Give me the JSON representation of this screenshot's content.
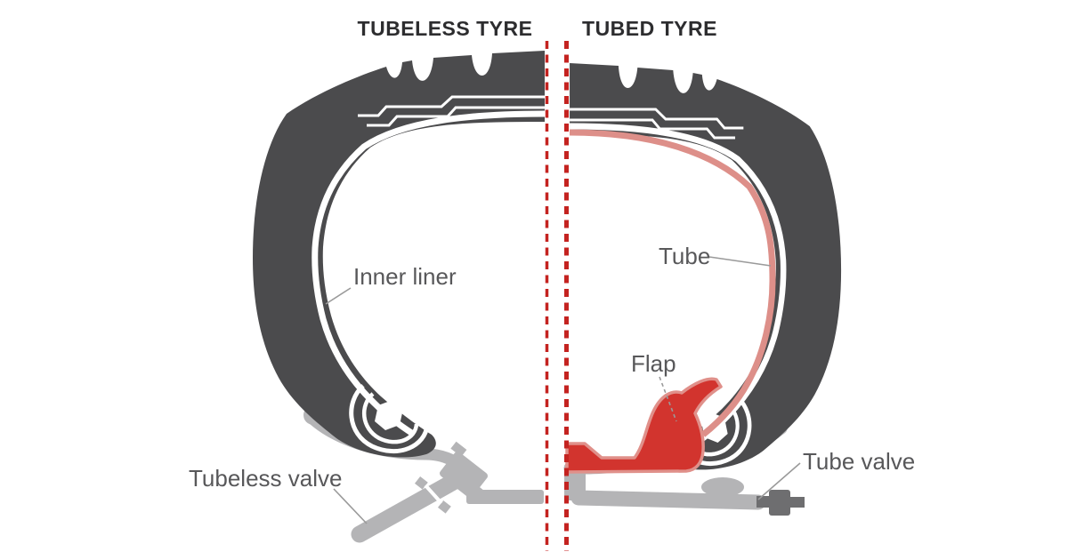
{
  "header": {
    "left_title": "TUBELESS TYRE",
    "right_title": "TUBED TYRE"
  },
  "labels": {
    "inner_liner": "Inner liner",
    "tube": "Tube",
    "flap": "Flap",
    "tubeless_valve": "Tubeless valve",
    "tube_valve": "Tube valve"
  },
  "colors": {
    "tyre_body": "#4b4b4d",
    "rim_grey": "#b4b4b6",
    "flap_red": "#d2342e",
    "tube_pink": "#dd8f89",
    "flap_outline_pink": "#e0908a",
    "divider_red": "#c42320",
    "valve_fitting_grey": "#6e6e70",
    "label_text": "#58585a",
    "title_text": "#2d2d2f",
    "leader_line": "#9a9a9a",
    "background": "#ffffff"
  }
}
